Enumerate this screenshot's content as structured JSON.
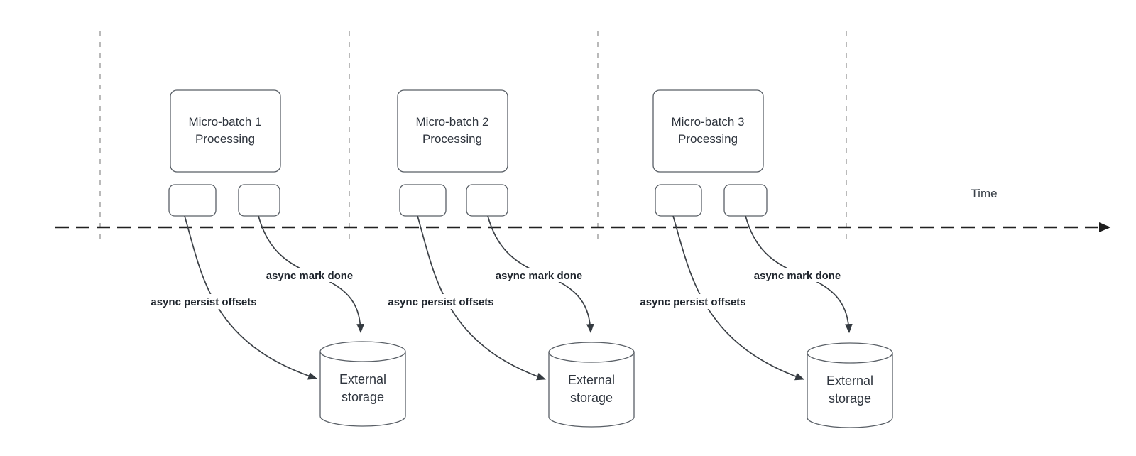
{
  "time_label": "Time",
  "sections": [
    {
      "batch_line1": "Micro-batch 1",
      "batch_line2": "Processing",
      "persist_label": "async persist offsets",
      "done_label": "async mark done",
      "storage_line1": "External",
      "storage_line2": "storage"
    },
    {
      "batch_line1": "Micro-batch 2",
      "batch_line2": "Processing",
      "persist_label": "async persist offsets",
      "done_label": "async mark done",
      "storage_line1": "External",
      "storage_line2": "storage"
    },
    {
      "batch_line1": "Micro-batch 3",
      "batch_line2": "Processing",
      "persist_label": "async persist offsets",
      "done_label": "async mark done",
      "storage_line1": "External",
      "storage_line2": "storage"
    }
  ],
  "colors": {
    "background": "#ffffff",
    "shape_stroke": "#595f66",
    "connector_stroke": "#3c4147",
    "arrowhead": "#343a40",
    "box_text": "#2f353e",
    "edge_label_text": "#20262e",
    "time_axis": "#212121",
    "guide_line": "#a8a8a8"
  }
}
